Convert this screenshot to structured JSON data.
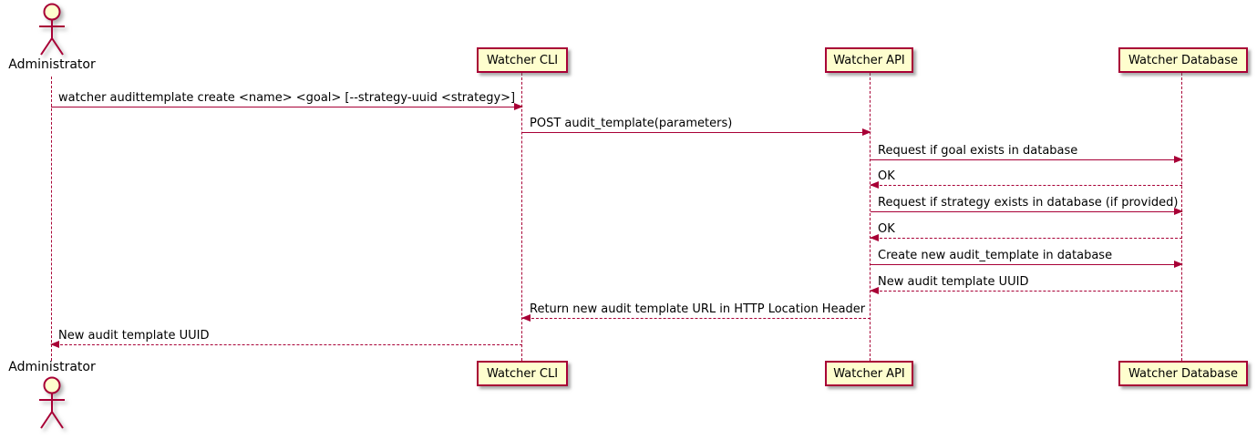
{
  "colors": {
    "accent": "#A80036",
    "box_fill": "#FEFECE",
    "text": "#000000",
    "background": "#FFFFFF"
  },
  "actor": {
    "label": "Administrator"
  },
  "participants": [
    {
      "label": "Watcher CLI"
    },
    {
      "label": "Watcher API"
    },
    {
      "label": "Watcher Database"
    }
  ],
  "messages": [
    {
      "from": "Administrator",
      "to": "Watcher CLI",
      "style": "solid",
      "text": "watcher audittemplate create <name> <goal> [--strategy-uuid <strategy>]"
    },
    {
      "from": "Watcher CLI",
      "to": "Watcher API",
      "style": "solid",
      "text": "POST audit_template(parameters)"
    },
    {
      "from": "Watcher API",
      "to": "Watcher Database",
      "style": "solid",
      "text": "Request if goal exists in database"
    },
    {
      "from": "Watcher Database",
      "to": "Watcher API",
      "style": "dashed",
      "text": "OK"
    },
    {
      "from": "Watcher API",
      "to": "Watcher Database",
      "style": "solid",
      "text": "Request if strategy exists in database (if provided)"
    },
    {
      "from": "Watcher Database",
      "to": "Watcher API",
      "style": "dashed",
      "text": "OK"
    },
    {
      "from": "Watcher API",
      "to": "Watcher Database",
      "style": "solid",
      "text": "Create new audit_template in database"
    },
    {
      "from": "Watcher Database",
      "to": "Watcher API",
      "style": "dashed",
      "text": "New audit template UUID"
    },
    {
      "from": "Watcher API",
      "to": "Watcher CLI",
      "style": "dashed",
      "text": "Return new audit template URL in HTTP Location Header"
    },
    {
      "from": "Watcher CLI",
      "to": "Administrator",
      "style": "dashed",
      "text": "New audit template UUID"
    }
  ]
}
